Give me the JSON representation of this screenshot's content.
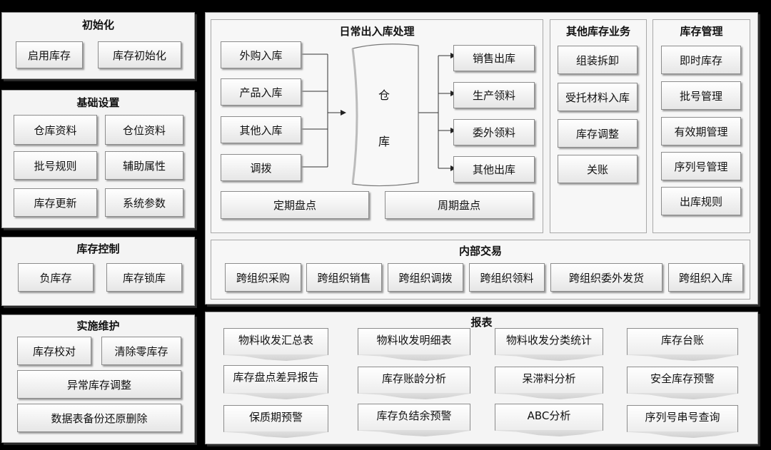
{
  "init": {
    "title": "初始化",
    "items": [
      "启用库存",
      "库存初始化"
    ]
  },
  "basic": {
    "title": "基础设置",
    "items": [
      "仓库资料",
      "仓位资料",
      "批号规则",
      "辅助属性",
      "库存更新",
      "系统参数"
    ]
  },
  "control": {
    "title": "库存控制",
    "items": [
      "负库存",
      "库存锁库"
    ]
  },
  "maint": {
    "title": "实施维护",
    "items": [
      "库存校对",
      "清除零库存",
      "异常库存调整",
      "数据表备份还原删除"
    ]
  },
  "daily": {
    "title": "日常出入库处理",
    "inbound": [
      "外购入库",
      "产品入库",
      "其他入库",
      "调拨"
    ],
    "warehouse": [
      "仓",
      "库"
    ],
    "outbound": [
      "销售出库",
      "生产领料",
      "委外领料",
      "其他出库"
    ],
    "count": [
      "定期盘点",
      "周期盘点"
    ]
  },
  "other": {
    "title": "其他库存业务",
    "items": [
      "组装拆卸",
      "受托材料入库",
      "库存调整",
      "关账"
    ]
  },
  "mgmt": {
    "title": "库存管理",
    "items": [
      "即时库存",
      "批号管理",
      "有效期管理",
      "序列号管理",
      "出库规则"
    ]
  },
  "internal": {
    "title": "内部交易",
    "items": [
      "跨组织采购",
      "跨组织销售",
      "跨组织调拨",
      "跨组织领料",
      "跨组织委外发货",
      "跨组织入库"
    ]
  },
  "reports": {
    "title": "报表",
    "items": [
      "物料收发汇总表",
      "物料收发明细表",
      "物料收发分类统计",
      "库存台账",
      "库存盘点差异报告",
      "库存账龄分析",
      "呆滞料分析",
      "安全库存预警",
      "保质期预警",
      "库存负结余预警",
      "ABC分析",
      "序列号串号查询"
    ]
  }
}
